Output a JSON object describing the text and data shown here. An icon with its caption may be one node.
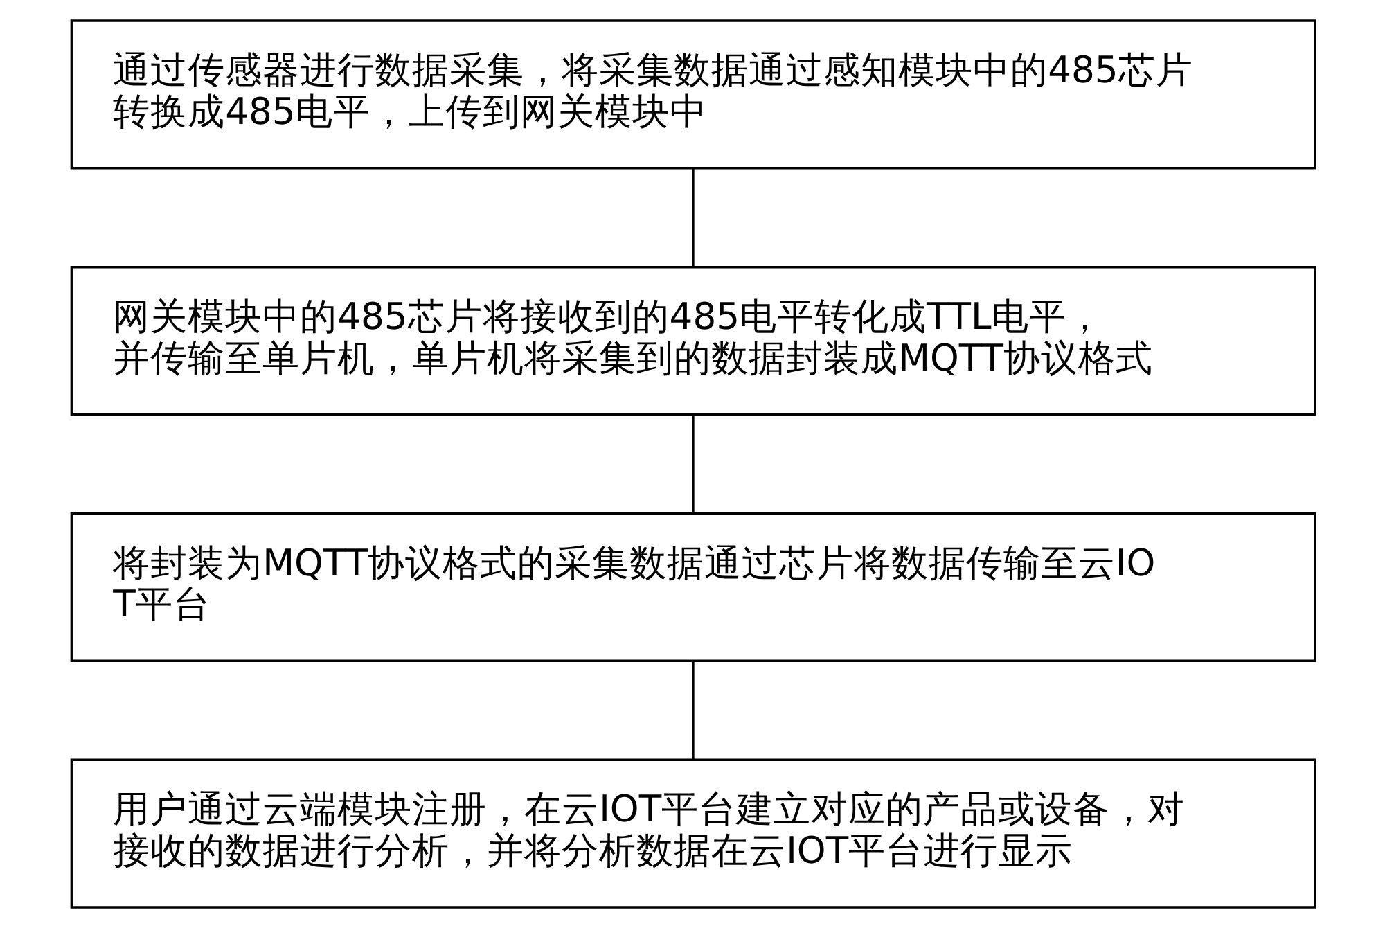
{
  "diagram": {
    "nodes": [
      {
        "text": [
          "通过传感器进行数据采集，将采集数据通过感知模块中的485芯片转换成485电平，上传到网关模块中"
        ]
      },
      {
        "text": [
          "网关模块中的485芯片将接收到的485电平转化成TTL电平，并传输至单片机，单片机将采集到的数据封装成MQTT协议格式"
        ]
      },
      {
        "text": [
          "将封装为MQTT协议格式的采集数据通过芯片将数据传输至云IOT平台"
        ]
      },
      {
        "text": [
          "用户通过云端模块注册，在云IOT平台建立对应的产品或设备，对接收的数据进行分析，并将分析数据在云IOT平台进行显示"
        ]
      }
    ],
    "edges": [
      {
        "from": 0,
        "to": 1,
        "arrow": "none"
      },
      {
        "from": 1,
        "to": 2,
        "arrow": "none"
      },
      {
        "from": 2,
        "to": 3,
        "arrow": "none"
      }
    ]
  }
}
